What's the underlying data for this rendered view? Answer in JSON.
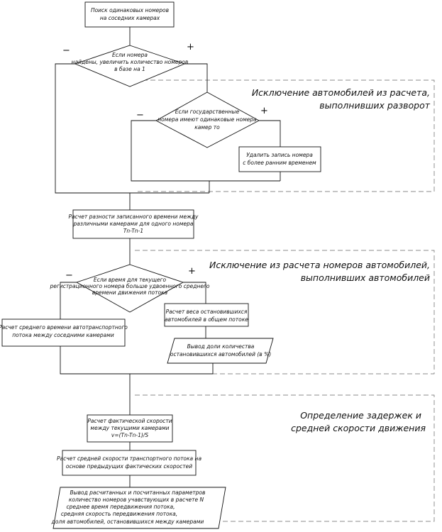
{
  "start_box": [
    "Поиск одинаковых номеров",
    "на соседних камерах"
  ],
  "decision1": [
    "Если номера",
    "найдены, увеличить количество номеров",
    "в базе на 1"
  ],
  "decision2": [
    "Если государственные",
    "номера имеют одинаковые номера",
    "камер то"
  ],
  "delete_box": [
    "Удалить запись номера",
    "с более ранним временем"
  ],
  "section1_title": [
    "Исключение автомобилей из расчета,",
    "выполнивших разворот"
  ],
  "time_diff_box": [
    "Расчет разности записанного времени между",
    "различными камерами для одного номера",
    "Tn-Tn-1"
  ],
  "section2_title": [
    "Исключение из расчета номеров автомобилей,",
    "выполнивших автомобилей"
  ],
  "decision3": [
    "Если время для текущего",
    "регистрационного номера больше удвоенного среднего",
    "времени движения потока"
  ],
  "avg_time_box": [
    "Расчет среднего времени автотранспортного",
    "потока между соседними камерами"
  ],
  "weight_box": [
    "Расчет веса остановившихся",
    "автомобилей в общем потоке"
  ],
  "share_output": [
    "Вывод доли количества",
    "остановившихся автомобилей (в %)"
  ],
  "section3_title": [
    "Определение задержек и",
    "средней скорости движения"
  ],
  "actual_speed_box": [
    "Расчет фактической скорости",
    "между текущими камерами",
    "v=(Tn-Tn-1)/S"
  ],
  "avg_speed_box": [
    "Расчет средней скорости транспортного потока на",
    "основе предыдущих фактических скоростей"
  ],
  "final_output": [
    "Вывод расчитанных и посчитанных параметров",
    "количество номеров учавствующих в расчете N",
    "среднее время передвижения потока,",
    "средняя скорость передвижения потока,",
    "доля автомобилей, остановившихся между камерами"
  ],
  "signs": {
    "minus": "−",
    "plus": "+"
  }
}
